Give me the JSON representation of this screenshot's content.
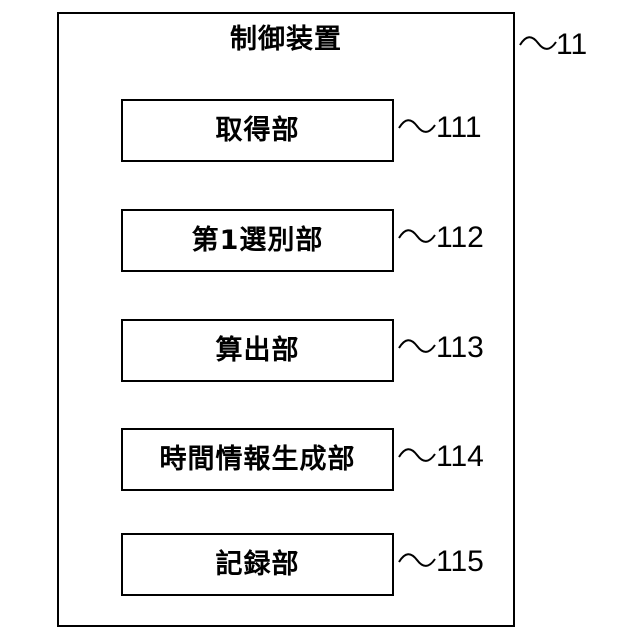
{
  "device": {
    "title": "制御装置",
    "ref": "11"
  },
  "units": [
    {
      "label": "取得部",
      "ref": "111"
    },
    {
      "label": "第1選別部",
      "ref": "112"
    },
    {
      "label": "算出部",
      "ref": "113"
    },
    {
      "label": "時間情報生成部",
      "ref": "114"
    },
    {
      "label": "記録部",
      "ref": "115"
    }
  ]
}
